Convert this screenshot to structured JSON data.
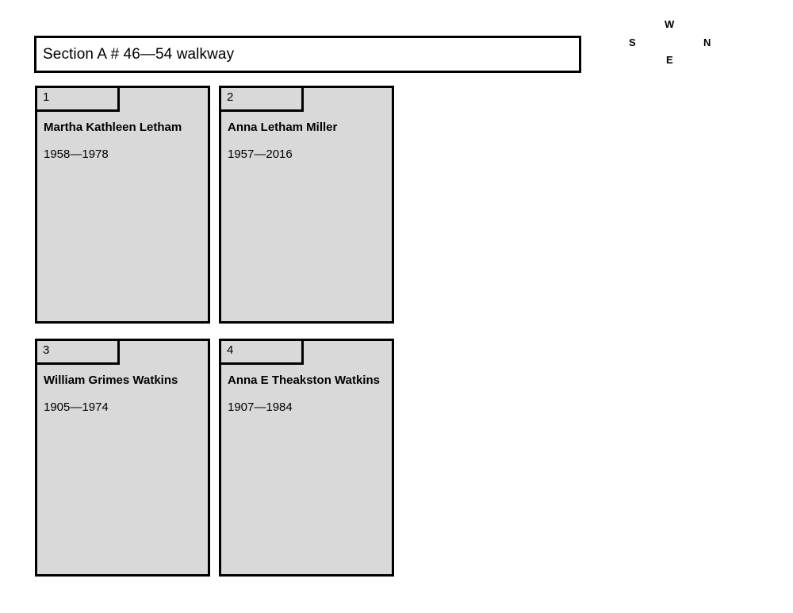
{
  "header": {
    "title": "Section A # 46—54 walkway"
  },
  "compass": {
    "top": "W",
    "left": "S",
    "right": "N",
    "bottom": "E"
  },
  "plots": [
    {
      "number": "1",
      "name": "Martha Kathleen Letham",
      "dates": "1958—1978"
    },
    {
      "number": "2",
      "name": "Anna Letham Miller",
      "dates": "1957—2016"
    },
    {
      "number": "3",
      "name": "William Grimes Watkins",
      "dates": "1905—1974"
    },
    {
      "number": "4",
      "name": "Anna E Theakston Watkins",
      "dates": "1907—1984"
    }
  ],
  "colors": {
    "card_fill": "#d9d9d9",
    "border": "#000000",
    "background": "#ffffff"
  }
}
